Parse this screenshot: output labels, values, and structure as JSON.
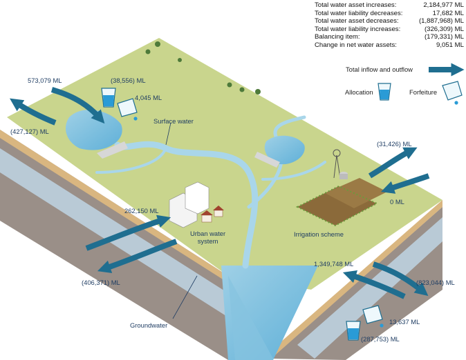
{
  "summary": {
    "rows": [
      {
        "label": "Total water asset increases:",
        "value": "2,184,977 ML"
      },
      {
        "label": "Total water liability decreases:",
        "value": "17,682 ML"
      },
      {
        "label": "Total water asset decreases:",
        "value": "(1,887,968) ML"
      },
      {
        "label": "Total water liability increases:",
        "value": "(326,309) ML"
      },
      {
        "label": "Balancing item:",
        "value": "(179,331) ML"
      },
      {
        "label": "Change in net water assets:",
        "value": "9,051 ML"
      }
    ]
  },
  "legend": {
    "inflow_outflow": "Total inflow and outflow",
    "allocation": "Allocation",
    "forfeiture": "Forfeiture"
  },
  "labels": {
    "surface_water": "Surface water",
    "urban_line1": "Urban water",
    "urban_line2": "system",
    "irrigation": "Irrigation scheme",
    "groundwater": "Groundwater"
  },
  "flows": {
    "surface_inflow": "573,079 ML",
    "surface_allocation": "(38,556) ML",
    "surface_forfeiture": "4,045 ML",
    "surface_outflow": "(427,127) ML",
    "irrigation_outflow": "(31,426) ML",
    "irrigation_inflow": "0 ML",
    "urban_inflow": "262,150 ML",
    "urban_outflow": "(406,371) ML",
    "groundwater_inflow": "1,349,748 ML",
    "groundwater_outflow": "(823,044) ML",
    "groundwater_forfeiture": "13,637 ML",
    "groundwater_allocation": "(287,753) ML"
  },
  "colors": {
    "arrow": "#1f6e90",
    "land": "#c8d48a",
    "water": "#b8dcec",
    "rock": "#8a7f78",
    "label": "#1f3d63"
  }
}
